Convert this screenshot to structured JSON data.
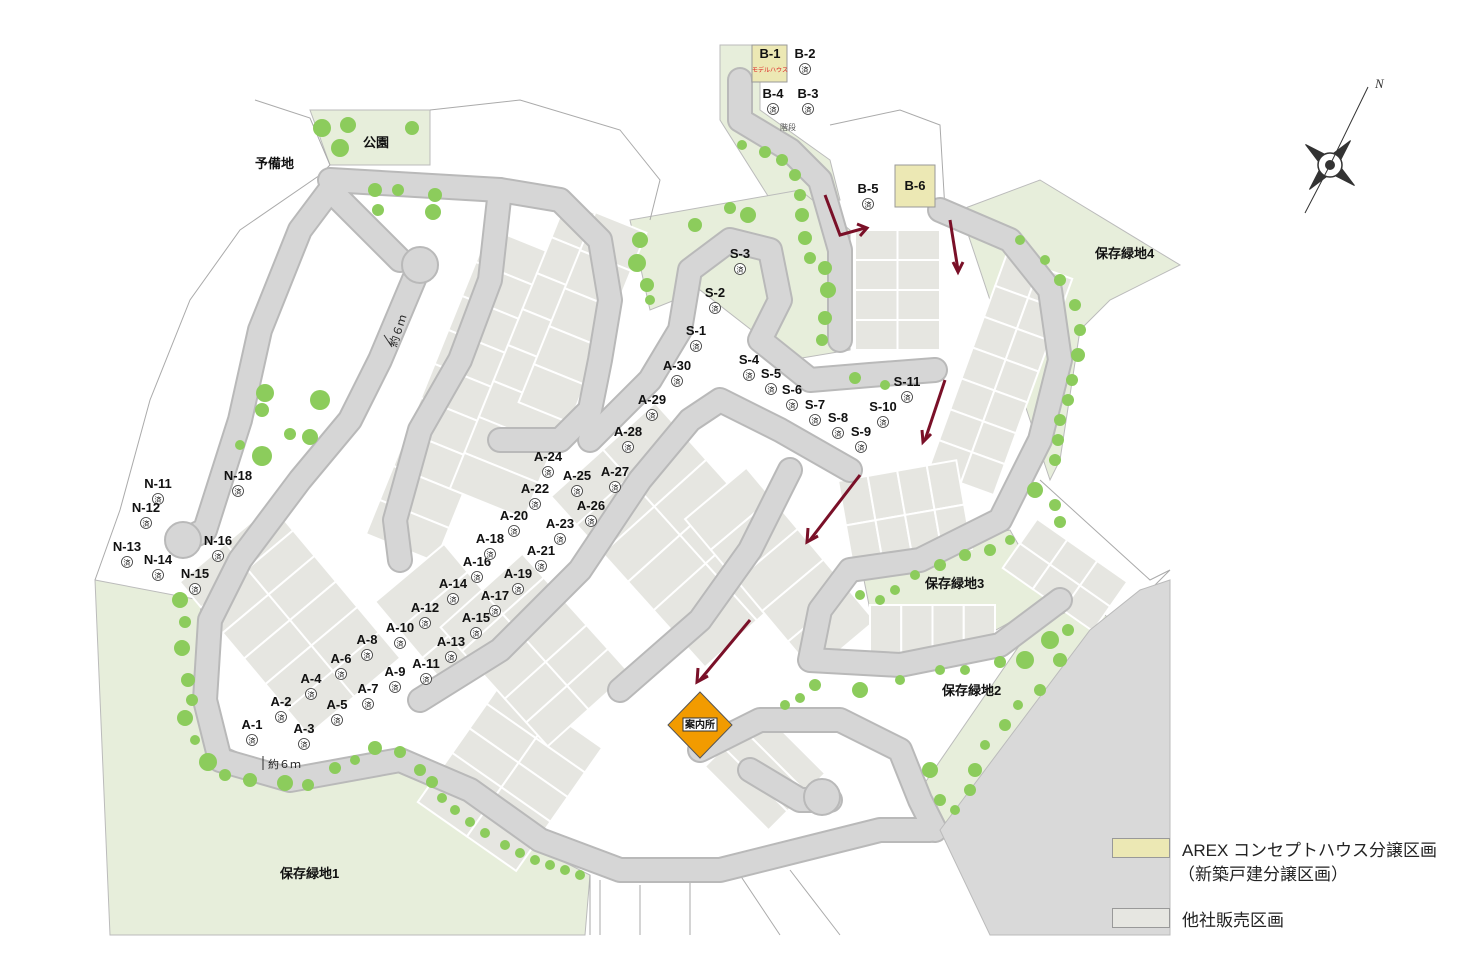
{
  "colors": {
    "green": "#e7eedb",
    "road": "#d6d6d6",
    "other_lot": "#e6e6e1",
    "arex_lot": "#ece8b4",
    "tree": "#8ccc5c",
    "arrow": "#7a1028",
    "office": "#f29b00"
  },
  "sold_mark": "済",
  "areas": {
    "park": "公園",
    "reserve": "予備地",
    "green1": "保存緑地1",
    "green2": "保存緑地2",
    "green3": "保存緑地3",
    "green4": "保存緑地4",
    "office": "案内所",
    "model_house": "モデルハウス",
    "stair": "階段"
  },
  "measure": {
    "a": "約６ｍ",
    "b": "約６ｍ"
  },
  "compass": {
    "north": "N"
  },
  "legend": {
    "arex_line1": "AREX コンセプトハウス分譲区画",
    "arex_line2": "（新築戸建分譲区画）",
    "other": "他社販売区画"
  },
  "lots": [
    {
      "id": "B-1",
      "sold": false
    },
    {
      "id": "B-2",
      "sold": true
    },
    {
      "id": "B-3",
      "sold": true
    },
    {
      "id": "B-4",
      "sold": true
    },
    {
      "id": "B-5",
      "sold": true
    },
    {
      "id": "B-6",
      "sold": false
    },
    {
      "id": "S-1",
      "sold": true
    },
    {
      "id": "S-2",
      "sold": true
    },
    {
      "id": "S-3",
      "sold": true
    },
    {
      "id": "S-4",
      "sold": true
    },
    {
      "id": "S-5",
      "sold": true
    },
    {
      "id": "S-6",
      "sold": true
    },
    {
      "id": "S-7",
      "sold": true
    },
    {
      "id": "S-8",
      "sold": true
    },
    {
      "id": "S-9",
      "sold": true
    },
    {
      "id": "S-10",
      "sold": true
    },
    {
      "id": "S-11",
      "sold": true
    },
    {
      "id": "A-1",
      "sold": true
    },
    {
      "id": "A-2",
      "sold": true
    },
    {
      "id": "A-3",
      "sold": true
    },
    {
      "id": "A-4",
      "sold": true
    },
    {
      "id": "A-5",
      "sold": true
    },
    {
      "id": "A-6",
      "sold": true
    },
    {
      "id": "A-7",
      "sold": true
    },
    {
      "id": "A-8",
      "sold": true
    },
    {
      "id": "A-9",
      "sold": true
    },
    {
      "id": "A-10",
      "sold": true
    },
    {
      "id": "A-11",
      "sold": true
    },
    {
      "id": "A-12",
      "sold": true
    },
    {
      "id": "A-13",
      "sold": true
    },
    {
      "id": "A-14",
      "sold": true
    },
    {
      "id": "A-15",
      "sold": true
    },
    {
      "id": "A-16",
      "sold": true
    },
    {
      "id": "A-17",
      "sold": true
    },
    {
      "id": "A-18",
      "sold": true
    },
    {
      "id": "A-19",
      "sold": true
    },
    {
      "id": "A-20",
      "sold": true
    },
    {
      "id": "A-21",
      "sold": true
    },
    {
      "id": "A-22",
      "sold": true
    },
    {
      "id": "A-23",
      "sold": true
    },
    {
      "id": "A-24",
      "sold": true
    },
    {
      "id": "A-25",
      "sold": true
    },
    {
      "id": "A-26",
      "sold": true
    },
    {
      "id": "A-27",
      "sold": true
    },
    {
      "id": "A-28",
      "sold": true
    },
    {
      "id": "A-29",
      "sold": true
    },
    {
      "id": "A-30",
      "sold": true
    },
    {
      "id": "N-11",
      "sold": true
    },
    {
      "id": "N-12",
      "sold": true
    },
    {
      "id": "N-13",
      "sold": true
    },
    {
      "id": "N-14",
      "sold": true
    },
    {
      "id": "N-15",
      "sold": true
    },
    {
      "id": "N-16",
      "sold": true
    },
    {
      "id": "N-18",
      "sold": true
    }
  ]
}
